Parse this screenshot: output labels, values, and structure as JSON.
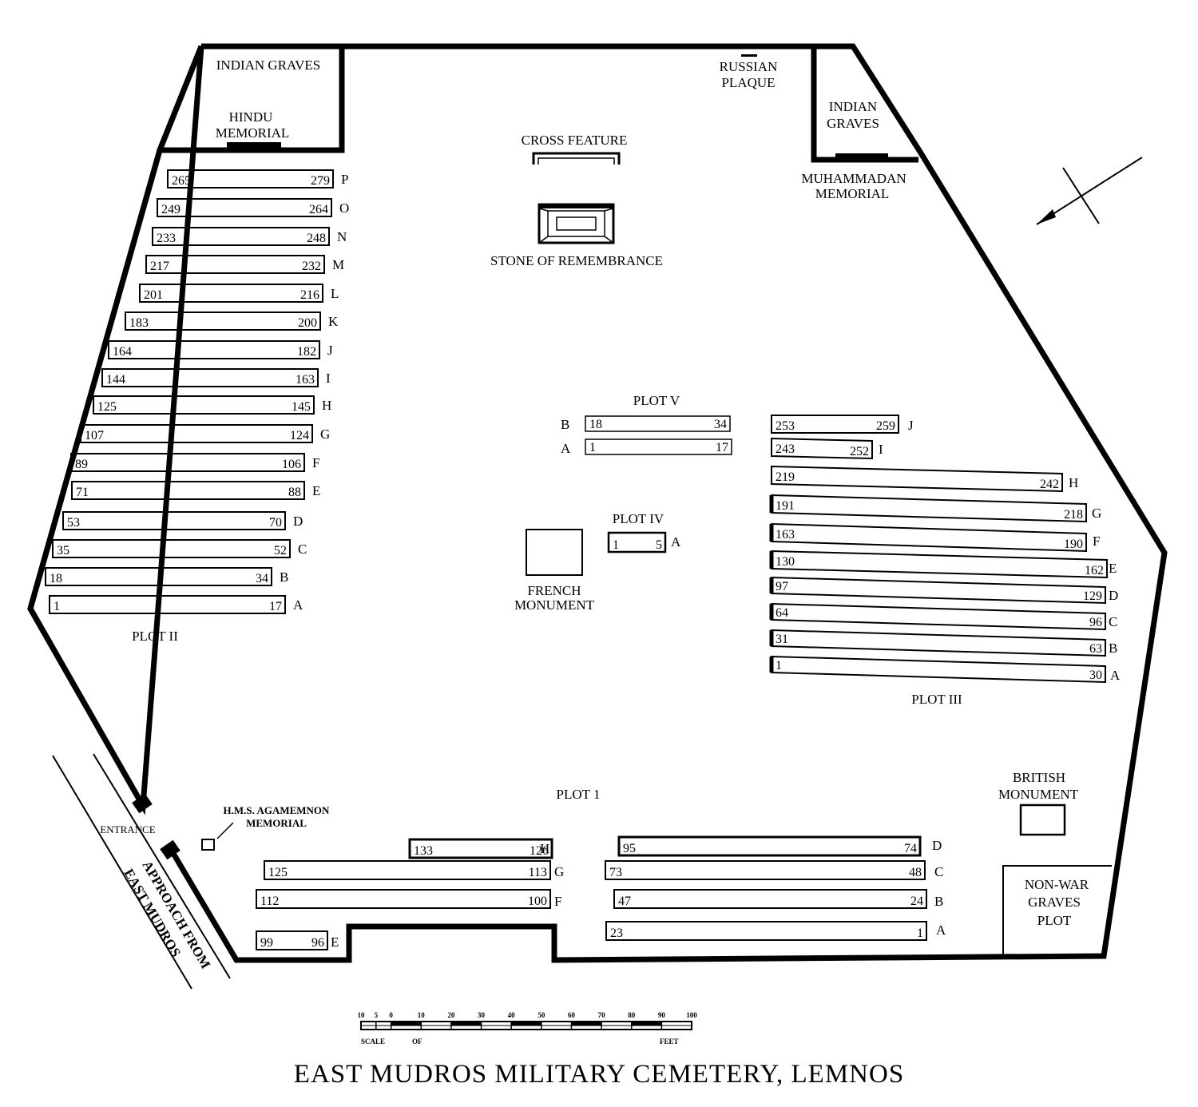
{
  "title": "EAST MUDROS MILITARY CEMETERY, LEMNOS",
  "features": {
    "indian_graves_left": "INDIAN GRAVES",
    "hindu_memorial": [
      "HINDU",
      "MEMORIAL"
    ],
    "russian_plaque": [
      "RUSSIAN",
      "PLAQUE"
    ],
    "indian_graves_right": [
      "INDIAN",
      "GRAVES"
    ],
    "muhammadan_memorial": [
      "MUHAMMADAN",
      "MEMORIAL"
    ],
    "cross_feature": "CROSS FEATURE",
    "stone_of_remembrance": "STONE OF REMEMBRANCE",
    "french_monument": [
      "FRENCH",
      "MONUMENT"
    ],
    "british_monument": [
      "BRITISH",
      "MONUMENT"
    ],
    "non_war_graves": [
      "NON-WAR",
      "GRAVES",
      "PLOT"
    ],
    "entrance": "ENTRANCE",
    "hms_agamemnon": [
      "H.M.S. AGAMEMNON",
      "MEMORIAL"
    ],
    "approach": [
      "APPROACH FROM",
      "EAST MUDROS"
    ]
  },
  "plots": {
    "plot_ii": {
      "label": "PLOT II",
      "rows": [
        {
          "row": "P",
          "first": "265",
          "last": "279"
        },
        {
          "row": "O",
          "first": "249",
          "last": "264"
        },
        {
          "row": "N",
          "first": "233",
          "last": "248"
        },
        {
          "row": "M",
          "first": "217",
          "last": "232"
        },
        {
          "row": "L",
          "first": "201",
          "last": "216"
        },
        {
          "row": "K",
          "first": "183",
          "last": "200"
        },
        {
          "row": "J",
          "first": "164",
          "last": "182"
        },
        {
          "row": "I",
          "first": "144",
          "last": "163"
        },
        {
          "row": "H",
          "first": "125",
          "last": "145"
        },
        {
          "row": "G",
          "first": "107",
          "last": "124"
        },
        {
          "row": "F",
          "first": "89",
          "last": "106"
        },
        {
          "row": "E",
          "first": "71",
          "last": "88"
        },
        {
          "row": "D",
          "first": "53",
          "last": "70"
        },
        {
          "row": "C",
          "first": "35",
          "last": "52"
        },
        {
          "row": "B",
          "first": "18",
          "last": "34"
        },
        {
          "row": "A",
          "first": "1",
          "last": "17"
        }
      ]
    },
    "plot_v": {
      "label": "PLOT V",
      "rows": [
        {
          "row": "B",
          "first": "18",
          "last": "34"
        },
        {
          "row": "A",
          "first": "1",
          "last": "17"
        }
      ]
    },
    "plot_iv": {
      "label": "PLOT IV",
      "rows": [
        {
          "row": "A",
          "first": "1",
          "last": "5"
        }
      ]
    },
    "plot_iii": {
      "label": "PLOT III",
      "rows": [
        {
          "row": "J",
          "first": "253",
          "last": "259"
        },
        {
          "row": "I",
          "first": "243",
          "last": "252"
        },
        {
          "row": "H",
          "first": "219",
          "last": "242"
        },
        {
          "row": "G",
          "first": "191",
          "last": "218"
        },
        {
          "row": "F",
          "first": "163",
          "last": "190"
        },
        {
          "row": "E",
          "first": "130",
          "last": "162"
        },
        {
          "row": "D",
          "first": "97",
          "last": "129"
        },
        {
          "row": "C",
          "first": "64",
          "last": "96"
        },
        {
          "row": "B",
          "first": "31",
          "last": "63"
        },
        {
          "row": "A",
          "first": "1",
          "last": "30"
        }
      ]
    },
    "plot_i": {
      "label": "PLOT 1",
      "left_rows": [
        {
          "row": "H",
          "first": "133",
          "last": "126"
        },
        {
          "row": "G",
          "first": "125",
          "last": "113"
        },
        {
          "row": "F",
          "first": "112",
          "last": "100"
        },
        {
          "row": "E",
          "first": "99",
          "last": "96"
        }
      ],
      "right_rows": [
        {
          "row": "D",
          "first": "95",
          "last": "74"
        },
        {
          "row": "C",
          "first": "73",
          "last": "48"
        },
        {
          "row": "B",
          "first": "47",
          "last": "24"
        },
        {
          "row": "A",
          "first": "23",
          "last": "1"
        }
      ]
    }
  },
  "scale": {
    "ticks": [
      "10",
      "5",
      "0",
      "10",
      "20",
      "30",
      "40",
      "50",
      "60",
      "70",
      "80",
      "90",
      "100"
    ],
    "label_left": "SCALE",
    "label_of": "OF",
    "label_right": "FEET"
  }
}
